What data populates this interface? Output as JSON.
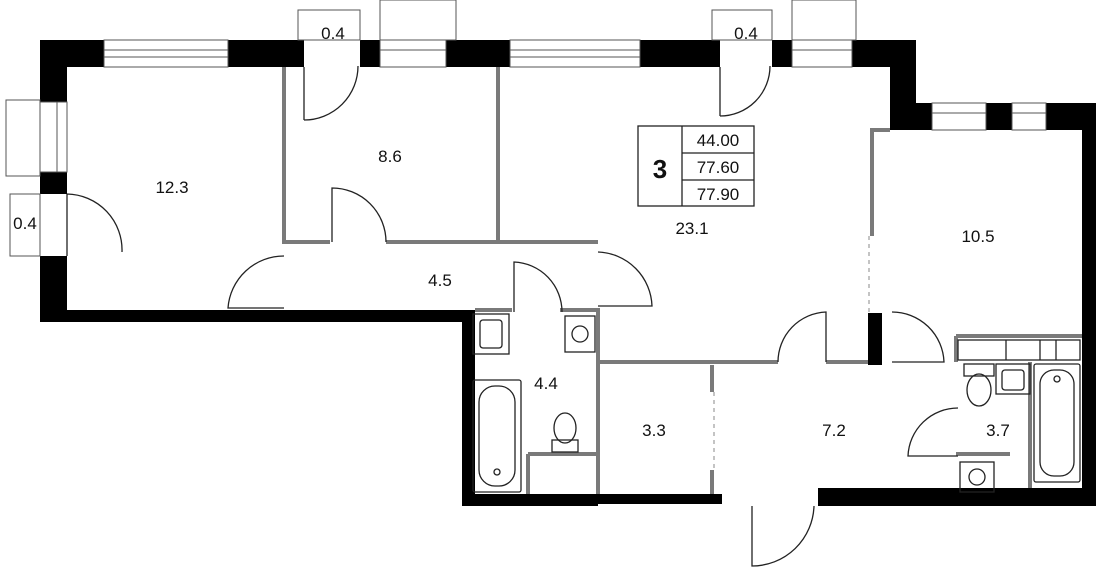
{
  "apartment": {
    "rooms_count": "3",
    "areas": [
      "44.00",
      "77.60",
      "77.90"
    ]
  },
  "rooms": {
    "bedroom_left": "12.3",
    "bedroom_middle": "8.6",
    "living_room": "23.1",
    "bedroom_right": "10.5",
    "hallway": "4.5",
    "bathroom_left": "4.4",
    "storage": "3.3",
    "entrance_hall": "7.2",
    "bathroom_right": "3.7"
  },
  "balconies": {
    "left": "0.4",
    "top_middle": "0.4",
    "top_right": "0.4"
  },
  "colors": {
    "exterior_wall": "#000000",
    "interior_wall": "#7a7a7a",
    "background": "#ffffff"
  }
}
